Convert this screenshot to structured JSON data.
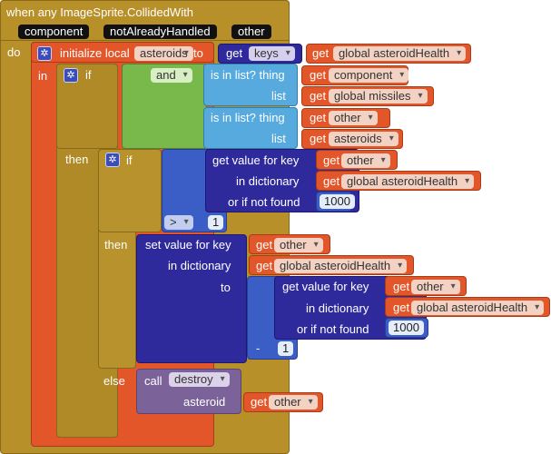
{
  "event": {
    "title": "when any ImageSprite.CollidedWith",
    "params": [
      "component",
      "notAlreadyHandled",
      "other"
    ],
    "do_label": "do"
  },
  "init_local": {
    "label": "initialize local",
    "var_name": "asteroids",
    "to_label": "to",
    "in_label": "in",
    "get_keys": {
      "get": "get",
      "field": "keys"
    },
    "keys_arg": {
      "get": "get",
      "var": "global asteroidHealth"
    }
  },
  "outer_if": {
    "if_label": "if",
    "then_label": "then",
    "else_label": "else",
    "and_op": "and",
    "check1": {
      "label": "is in list? thing",
      "list_label": "list",
      "thing": "component",
      "list": "global missiles"
    },
    "check2": {
      "label": "is in list? thing",
      "list_label": "list",
      "thing": "other",
      "list": "asteroids"
    }
  },
  "inner_if": {
    "if_label": "if",
    "then_label": "then",
    "compare_op": ">",
    "compare_value": "1",
    "get_value": {
      "label": "get value for key",
      "dict_label": "in dictionary",
      "notfound_label": "or if not found",
      "key": "other",
      "dict": "global asteroidHealth",
      "notfound": "1000"
    },
    "set_value": {
      "label": "set value for key",
      "dict_label": "in dictionary",
      "to_label": "to",
      "key": "other",
      "dict": "global asteroidHealth",
      "minus_op": "-",
      "minus_value": "1",
      "inner_get": {
        "label": "get value for key",
        "dict_label": "in dictionary",
        "notfound_label": "or if not found",
        "key": "other",
        "dict": "global asteroidHealth",
        "notfound": "1000"
      }
    }
  },
  "call_destroy": {
    "call": "call",
    "method": "destroy",
    "arg_label": "asteroid",
    "arg": "other"
  },
  "get_word": "get",
  "colors": {
    "event": "#b8902a",
    "variable": "#e2562a",
    "logic": "#79b84a",
    "list": "#56aade",
    "dictionary": "#2f2a9c",
    "math": "#3a5ec6",
    "component": "#7b6299"
  }
}
